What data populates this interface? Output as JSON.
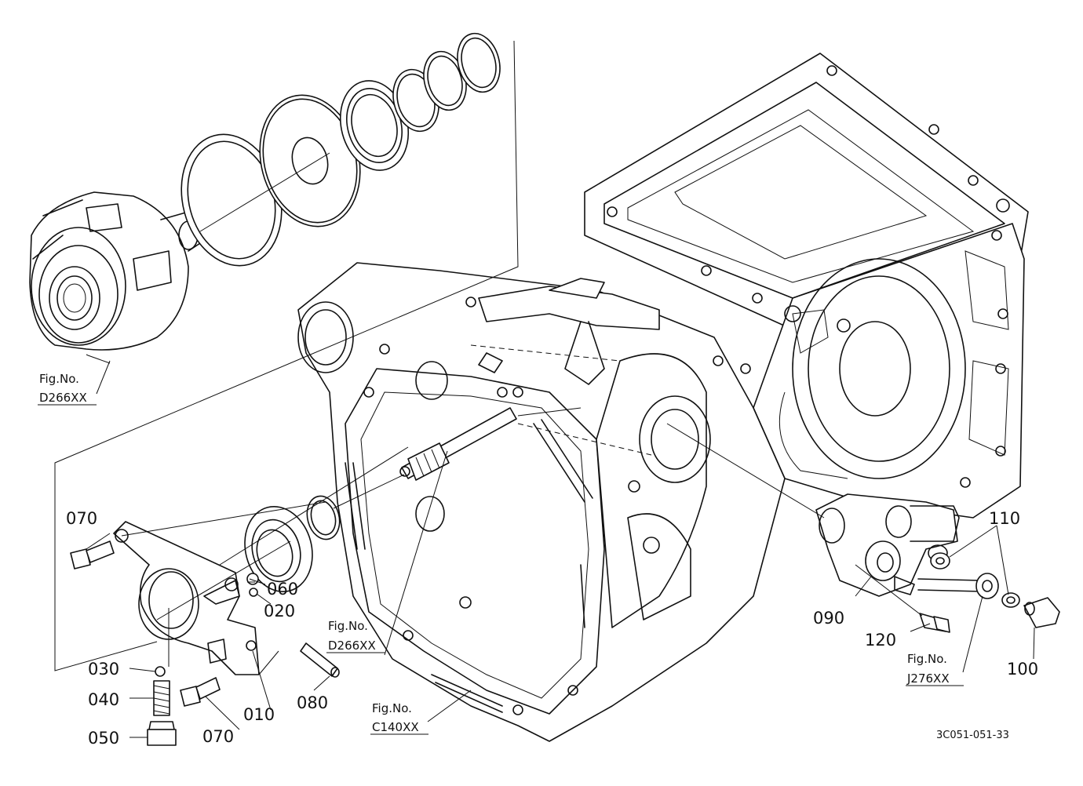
{
  "diagram": {
    "callouts": {
      "p010": "010",
      "p020": "020",
      "p030": "030",
      "p040": "040",
      "p050": "050",
      "p060": "060",
      "p070a": "070",
      "p070b": "070",
      "p080": "080",
      "p090": "090",
      "p100": "100",
      "p110": "110",
      "p120": "120"
    },
    "figure_refs": {
      "ref1": {
        "title": "Fig.No.",
        "code": "D266XX"
      },
      "ref2": {
        "title": "Fig.No.",
        "code": "D266XX"
      },
      "ref3": {
        "title": "Fig.No.",
        "code": "C140XX"
      },
      "ref4": {
        "title": "Fig.No.",
        "code": "J276XX"
      }
    },
    "drawing_code": "3C051-051-33"
  }
}
